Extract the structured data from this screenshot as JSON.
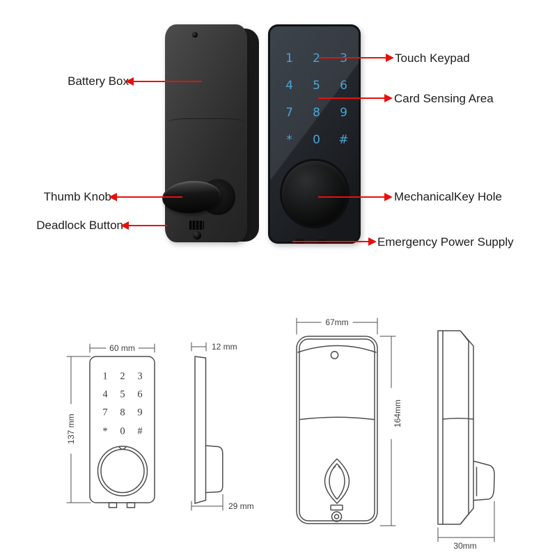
{
  "colors": {
    "arrow_red": "#e8100c",
    "keypad_blue": "#4ba4d4",
    "label_text": "#1d1d1b",
    "drawing_stroke": "#4d4d4d"
  },
  "annotations": {
    "back_view": [
      {
        "label": "Battery Box"
      },
      {
        "label": "Thumb Knob"
      },
      {
        "label": "Deadlock Button"
      }
    ],
    "front_view": [
      {
        "label": "Touch Keypad"
      },
      {
        "label": "Card Sensing Area"
      },
      {
        "label": "MechanicalKey Hole"
      },
      {
        "label": "Emergency Power Supply"
      }
    ]
  },
  "keypad": {
    "keys": [
      "1",
      "2",
      "3",
      "4",
      "5",
      "6",
      "7",
      "8",
      "9",
      "*",
      "0",
      "#"
    ]
  },
  "dimensions": {
    "front_width": "60 mm",
    "front_height": "137 mm",
    "front_depth_top": "12 mm",
    "front_depth_bottom": "29 mm",
    "back_width": "67mm",
    "back_height": "164mm",
    "back_depth": "30mm"
  }
}
